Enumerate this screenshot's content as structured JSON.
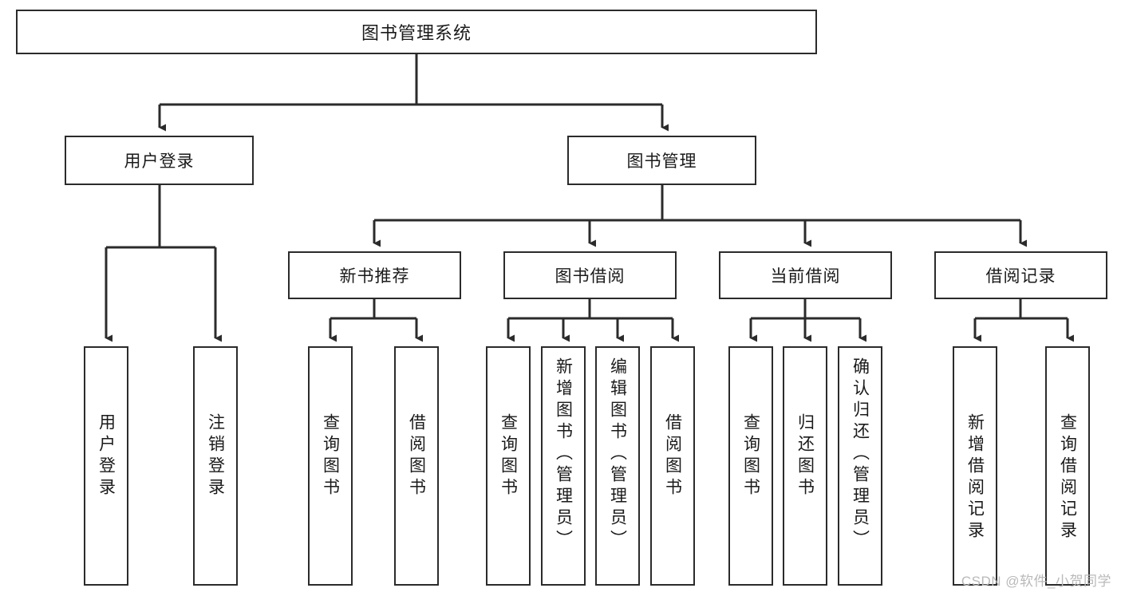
{
  "diagram": {
    "type": "tree-hierarchy-chart",
    "title_node": {
      "id": "root",
      "label": "图书管理系统"
    },
    "level1": [
      {
        "id": "user-login",
        "label": "用户登录"
      },
      {
        "id": "book-management",
        "label": "图书管理"
      }
    ],
    "level2": [
      {
        "id": "new-book-recommend",
        "label": "新书推荐",
        "parent": "book-management"
      },
      {
        "id": "book-borrow",
        "label": "图书借阅",
        "parent": "book-management"
      },
      {
        "id": "current-borrow",
        "label": "当前借阅",
        "parent": "book-management"
      },
      {
        "id": "borrow-record",
        "label": "借阅记录",
        "parent": "book-management"
      }
    ],
    "leaves": [
      {
        "id": "leaf-user-login",
        "label": "用户登录",
        "parent": "user-login"
      },
      {
        "id": "leaf-logout",
        "label": "注销登录",
        "parent": "user-login"
      },
      {
        "id": "leaf-query-book-1",
        "label": "查询图书",
        "parent": "new-book-recommend"
      },
      {
        "id": "leaf-borrow-book-1",
        "label": "借阅图书",
        "parent": "new-book-recommend"
      },
      {
        "id": "leaf-query-book-2",
        "label": "查询图书",
        "parent": "book-borrow"
      },
      {
        "id": "leaf-add-book",
        "label": "新增图书（管理员）",
        "parent": "book-borrow"
      },
      {
        "id": "leaf-edit-book",
        "label": "编辑图书（管理员）",
        "parent": "book-borrow"
      },
      {
        "id": "leaf-borrow-book-2",
        "label": "借阅图书",
        "parent": "book-borrow"
      },
      {
        "id": "leaf-query-book-3",
        "label": "查询图书",
        "parent": "current-borrow"
      },
      {
        "id": "leaf-return-book",
        "label": "归还图书",
        "parent": "current-borrow"
      },
      {
        "id": "leaf-confirm-return",
        "label": "确认归还（管理员）",
        "parent": "current-borrow"
      },
      {
        "id": "leaf-add-record",
        "label": "新增借阅记录",
        "parent": "borrow-record"
      },
      {
        "id": "leaf-query-record",
        "label": "查询借阅记录",
        "parent": "borrow-record"
      }
    ],
    "colors": {
      "border": "#2b2b2b",
      "connector": "#2b2b2b",
      "background": "#ffffff",
      "text": "#1a1a1a",
      "watermark": "#b9b9b9"
    }
  },
  "watermark": {
    "text": "CSDN @软件_小贺同学"
  }
}
